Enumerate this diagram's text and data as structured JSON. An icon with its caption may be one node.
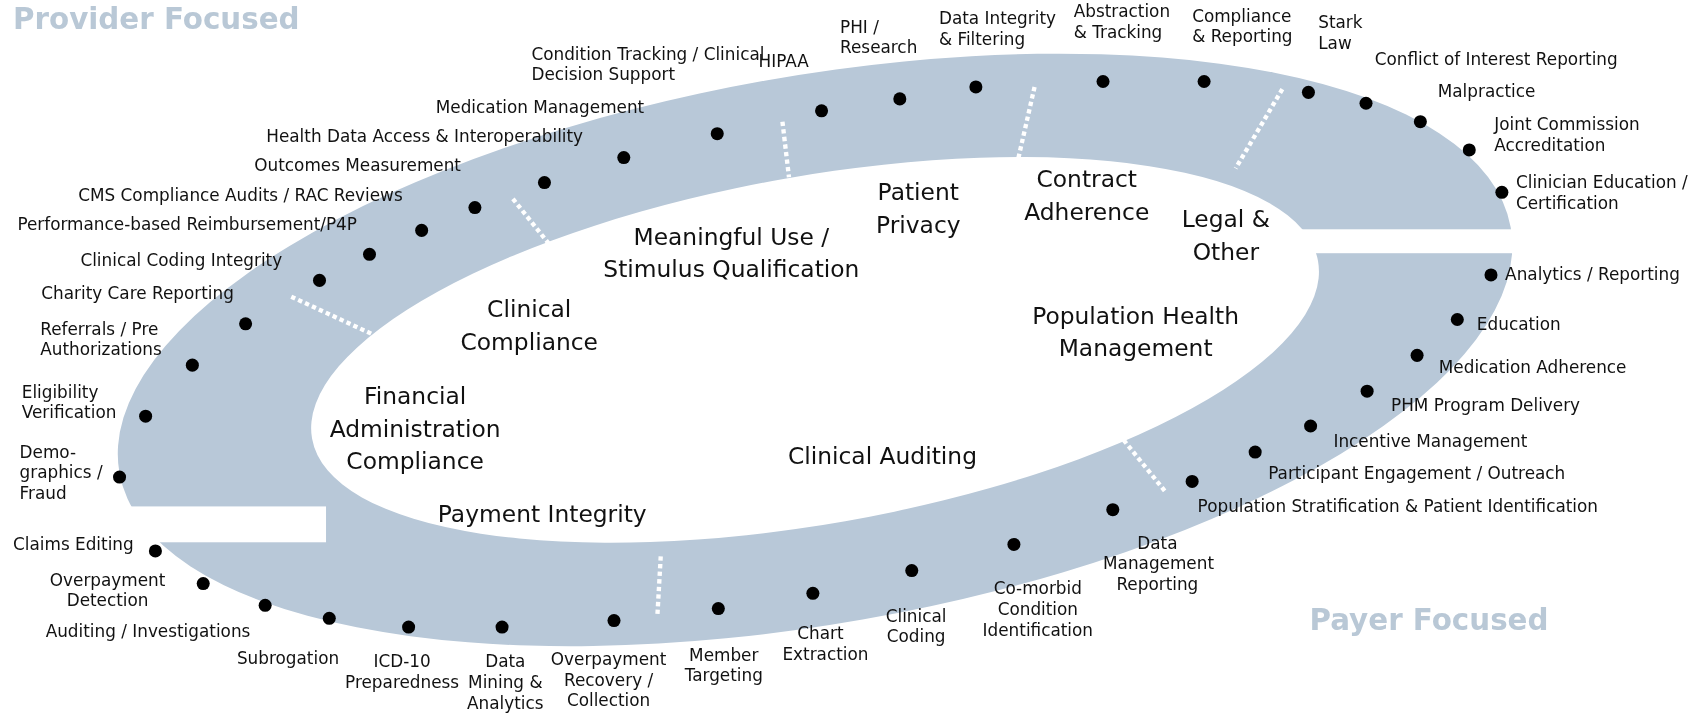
{
  "diagram": {
    "labels": [
      "Provider Focused",
      "Financial Administration Compliance",
      "Clinical Compliance",
      "Meaningful Use / Stimulus Qualification",
      "Patient Privacy",
      "Contract Adherence",
      "Legal & Other",
      "Population Health Management",
      "Clinical Auditing",
      "Payment Integrity",
      "Demo-graphics / Fraud",
      "Eligibility Verification",
      "Referrals / Pre Authorizations",
      "Charity Care Reporting",
      "Clinical Coding Integrity",
      "Performance-based Reimbursement/P4P",
      "CMS Compliance Audits / RAC Reviews",
      "Outcomes Measurement",
      "Health Data Access & Interoperability",
      "Medication Management",
      "Condition Tracking / Clinical Decision Support",
      "HIPAA",
      "PHI / Research",
      "Data Integrity & Filtering",
      "Abstraction & Tracking",
      "Compliance & Reporting",
      "Stark Law",
      "Conflict of Interest Reporting",
      "Malpractice",
      "Joint Commission Accreditation",
      "Clinician Education / Certification",
      "Analytics / Reporting",
      "Education",
      "Medication Adherence",
      "PHM Program Delivery",
      "Incentive Management",
      "Participant Engagement / Outreach",
      "Population Stratification & Patient Identification",
      "Claims Editing",
      "Overpayment Detection",
      "Auditing / Investigations",
      "Subrogation",
      "ICD-10 Preparedness",
      "Data Mining & Analytics",
      "Overpayment Recovery / Collection",
      "Member Targeting",
      "Chart Extraction",
      "Clinical Coding",
      "Co-morbid Condition Identification",
      "Data Management Reporting",
      "Payer Focused"
    ]
  }
}
